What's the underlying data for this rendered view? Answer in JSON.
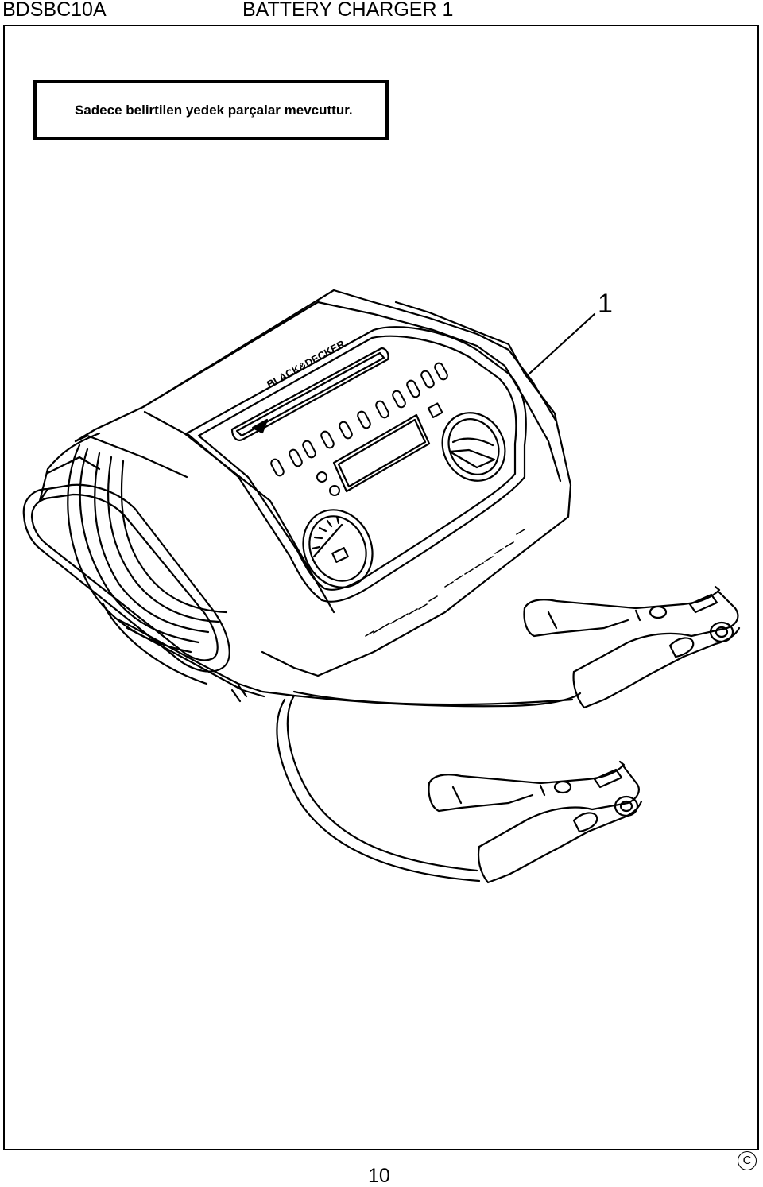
{
  "header": {
    "model": "BDSBC10A",
    "title": "BATTERY CHARGER 1"
  },
  "notice": "Sadece belirtilen yedek parçalar mevcuttur.",
  "figure": {
    "callout_number": "1",
    "brand_logo_text": "BLACK&DECKER"
  },
  "footer": {
    "copyright_symbol": "C",
    "page_number": "10"
  }
}
